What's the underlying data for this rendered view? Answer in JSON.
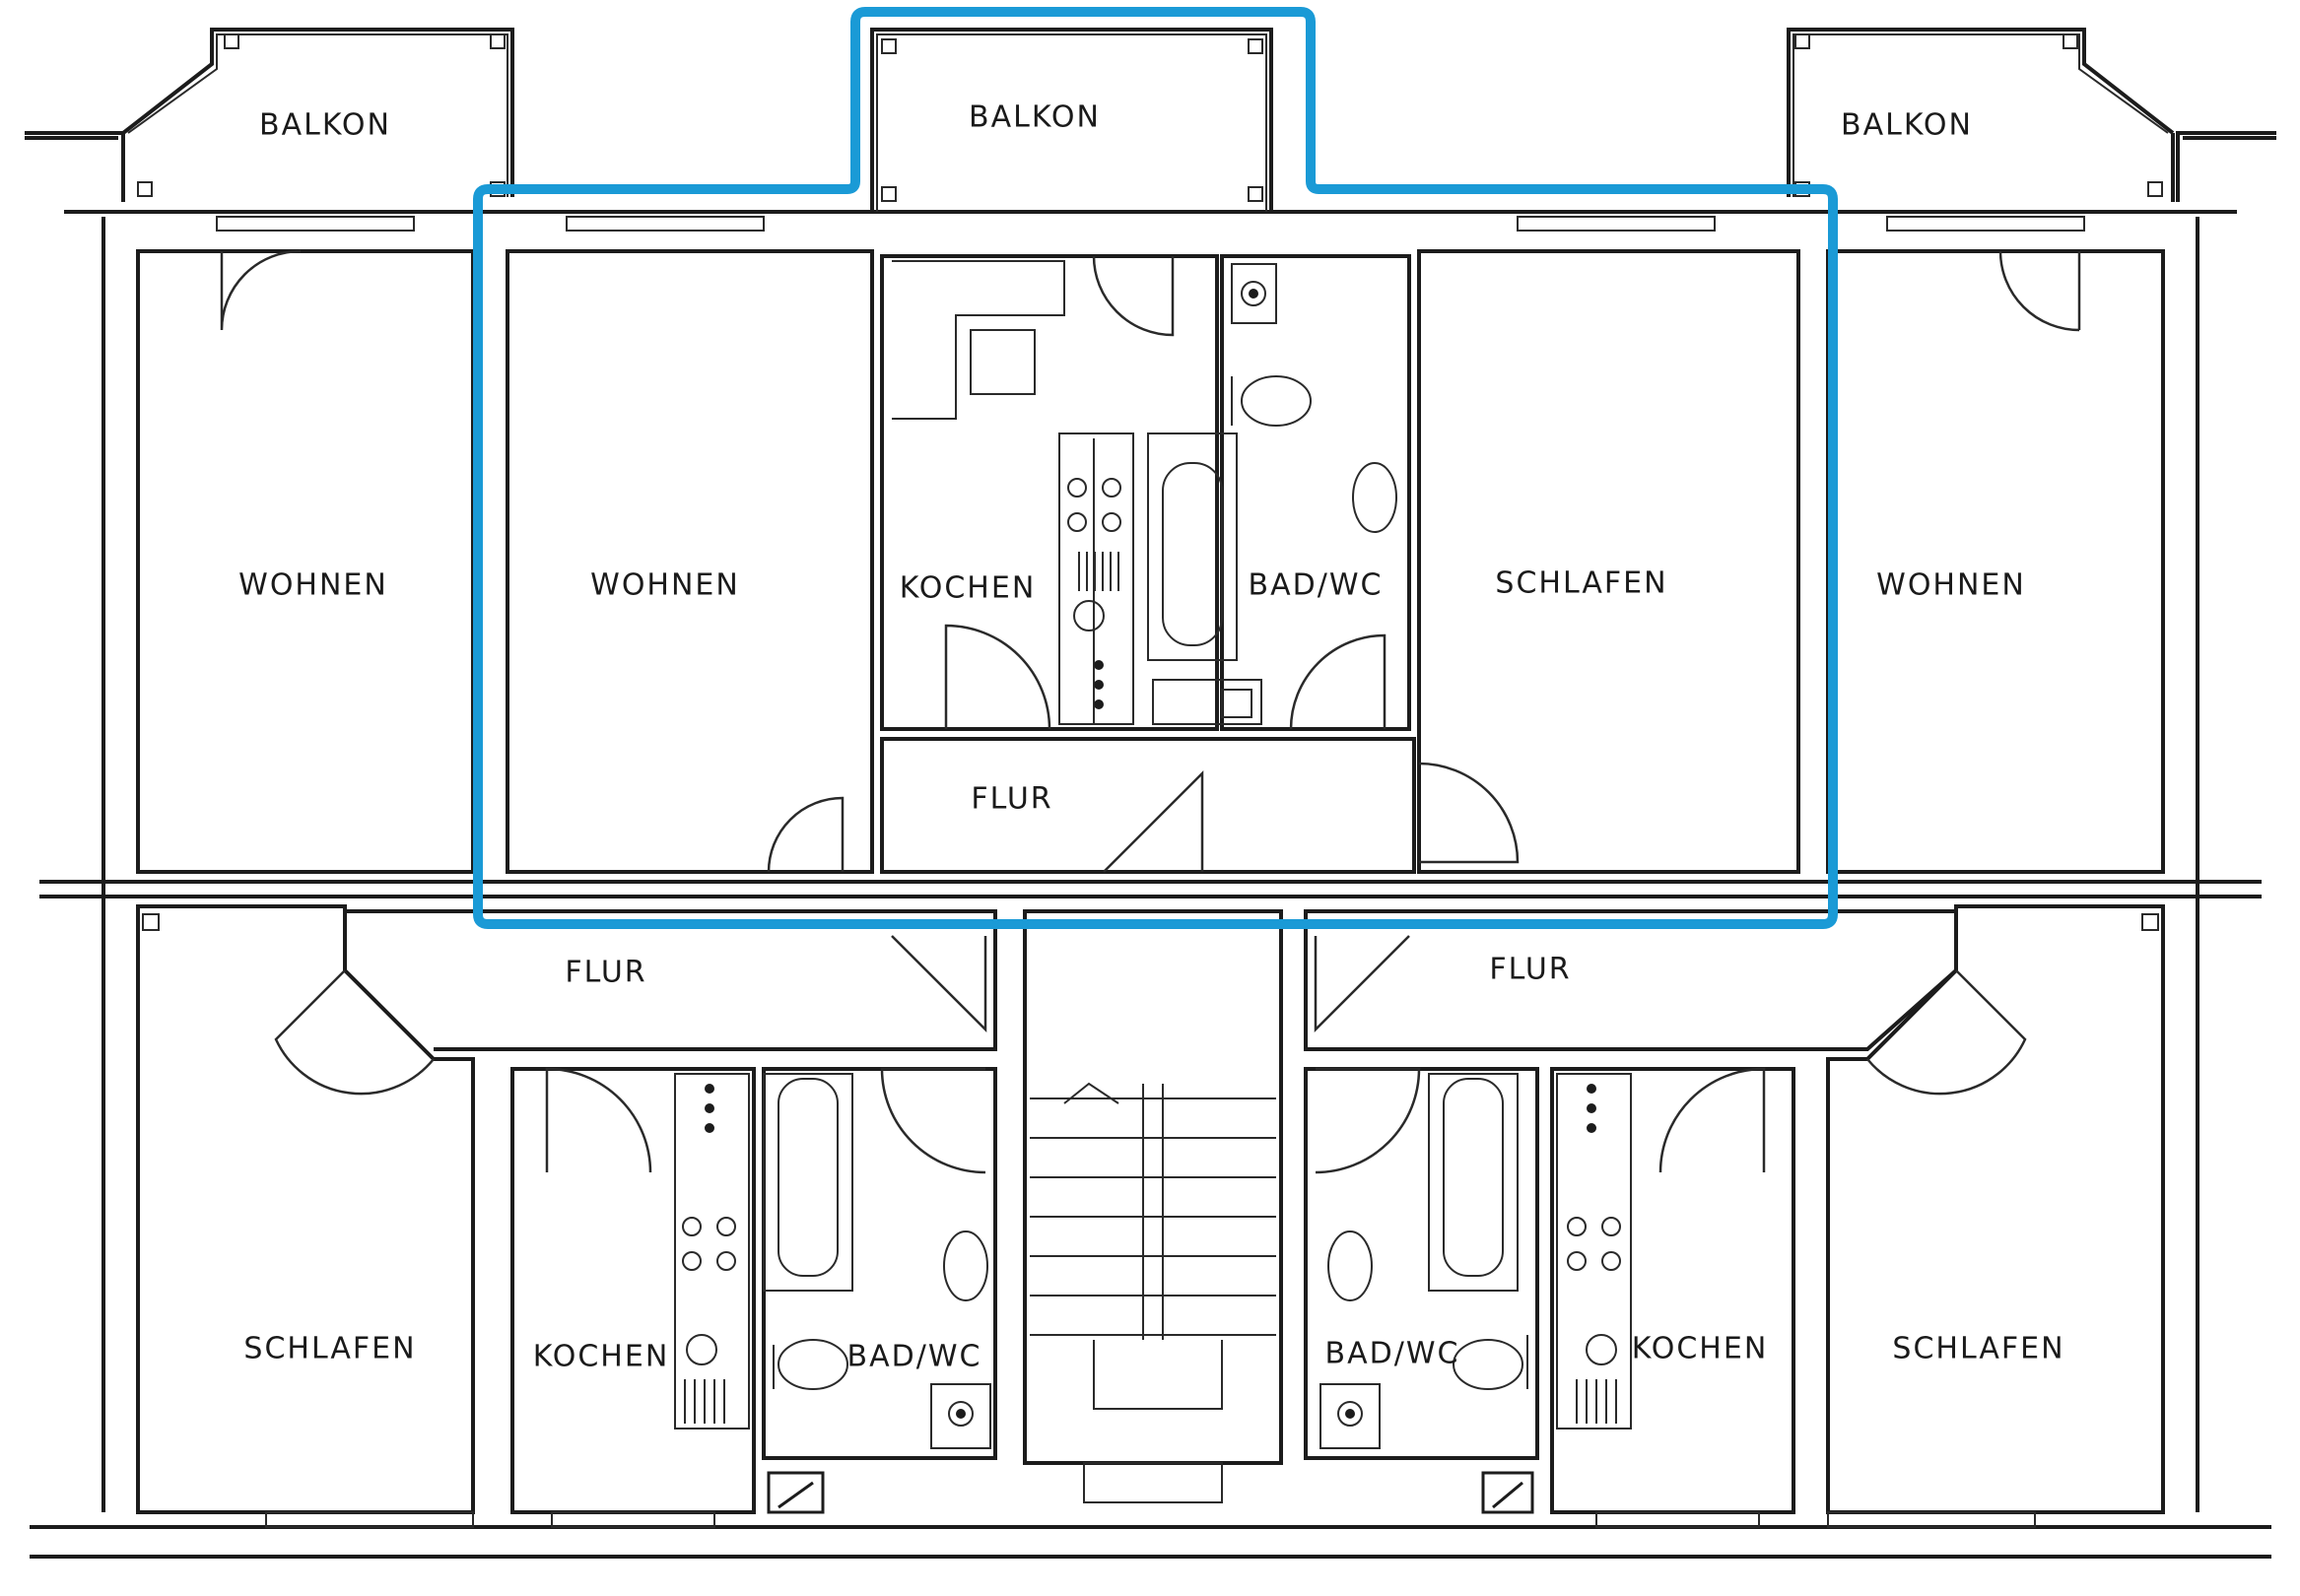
{
  "plan": {
    "highlight_color": "#1a9ad6",
    "labels": {
      "balkon_left": "BALKON",
      "balkon_center": "BALKON",
      "balkon_right": "BALKON",
      "wohnen_left": "WOHNEN",
      "wohnen_center": "WOHNEN",
      "kochen_upper": "KOCHEN",
      "bad_wc_upper": "BAD/WC",
      "schlafen_upper": "SCHLAFEN",
      "wohnen_right": "WOHNEN",
      "flur_upper": "FLUR",
      "flur_lower_left": "FLUR",
      "flur_lower_right": "FLUR",
      "schlafen_lower_left": "SCHLAFEN",
      "kochen_lower_left": "KOCHEN",
      "bad_wc_lower_left": "BAD/WC",
      "bad_wc_lower_right": "BAD/WC",
      "kochen_lower_right": "KOCHEN",
      "schlafen_lower_right": "SCHLAFEN"
    }
  }
}
